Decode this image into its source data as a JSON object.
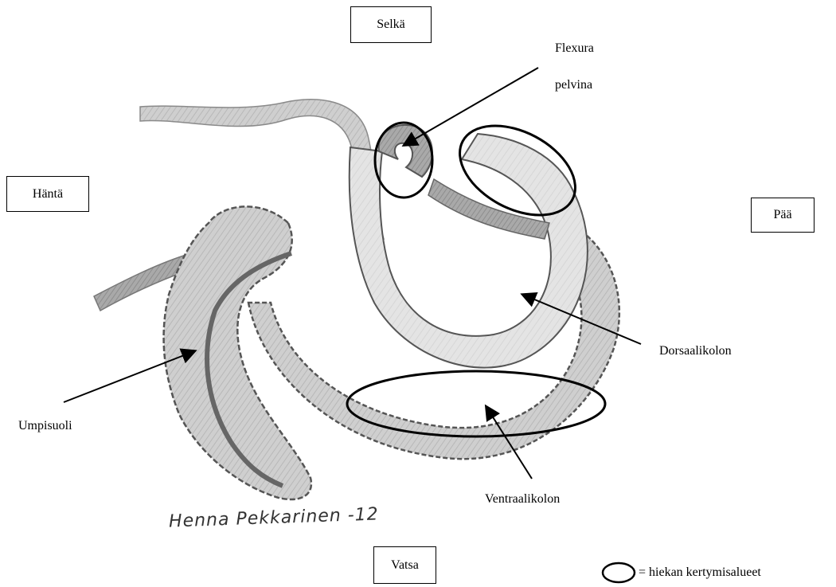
{
  "orientation": {
    "top": "Selkä",
    "left": "Häntä",
    "right": "Pää",
    "bottom": "Vatsa"
  },
  "labels": {
    "flexura_line1": "Flexura",
    "flexura_line2": "pelvina",
    "dorsal": "Dorsaalikolon",
    "ventral": "Ventraalikolon",
    "cecum": "Umpisuoli"
  },
  "signature": "Henna Pekkarinen -12",
  "legend": {
    "text": "= hiekan kertymisalueet"
  },
  "colors": {
    "gut_fill": "#c9c9c9",
    "gut_dark": "#8f8f8f",
    "gut_light": "#e3e3e3",
    "outline": "#555555",
    "annotation": "#000000"
  }
}
